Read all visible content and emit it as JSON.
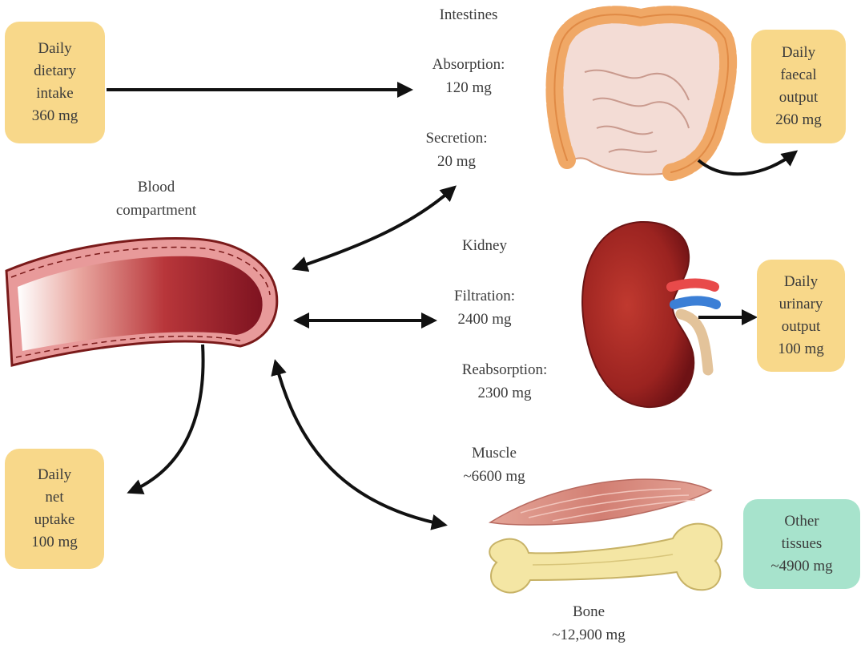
{
  "colors": {
    "box_fill": "#f8d88a",
    "other_box_fill": "#a7e3cc",
    "arrow": "#111111",
    "blood_vessel": "#a3232e",
    "kidney": "#8f1f1f",
    "intestine": "#f1a867",
    "muscle": "#d9867b",
    "bone": "#f4e6a4"
  },
  "boxes": {
    "intake": [
      "Daily",
      "dietary",
      "intake",
      "360 mg"
    ],
    "fecal": [
      "Daily",
      "faecal",
      "output",
      "260 mg"
    ],
    "urinary": [
      "Daily",
      "urinary",
      "output",
      "100 mg"
    ],
    "net_uptake": [
      "Daily",
      "net",
      "uptake",
      "100 mg"
    ],
    "other_tissues": [
      "Other",
      "tissues",
      "~4900 mg"
    ]
  },
  "labels": {
    "intestines": "Intestines",
    "absorption": [
      "Absorption:",
      "120 mg"
    ],
    "secretion": [
      "Secretion:",
      "20 mg"
    ],
    "blood": [
      "Blood",
      "compartment"
    ],
    "kidney": "Kidney",
    "filtration": [
      "Filtration:",
      "2400 mg"
    ],
    "reabsorption": [
      "Reabsorption:",
      "2300 mg"
    ],
    "muscle": [
      "Muscle",
      "~6600 mg"
    ],
    "bone": [
      "Bone",
      "~12,900 mg"
    ]
  },
  "icons": [
    "intestines-icon",
    "kidney-icon",
    "blood-vessel-icon",
    "muscle-icon",
    "bone-icon"
  ]
}
